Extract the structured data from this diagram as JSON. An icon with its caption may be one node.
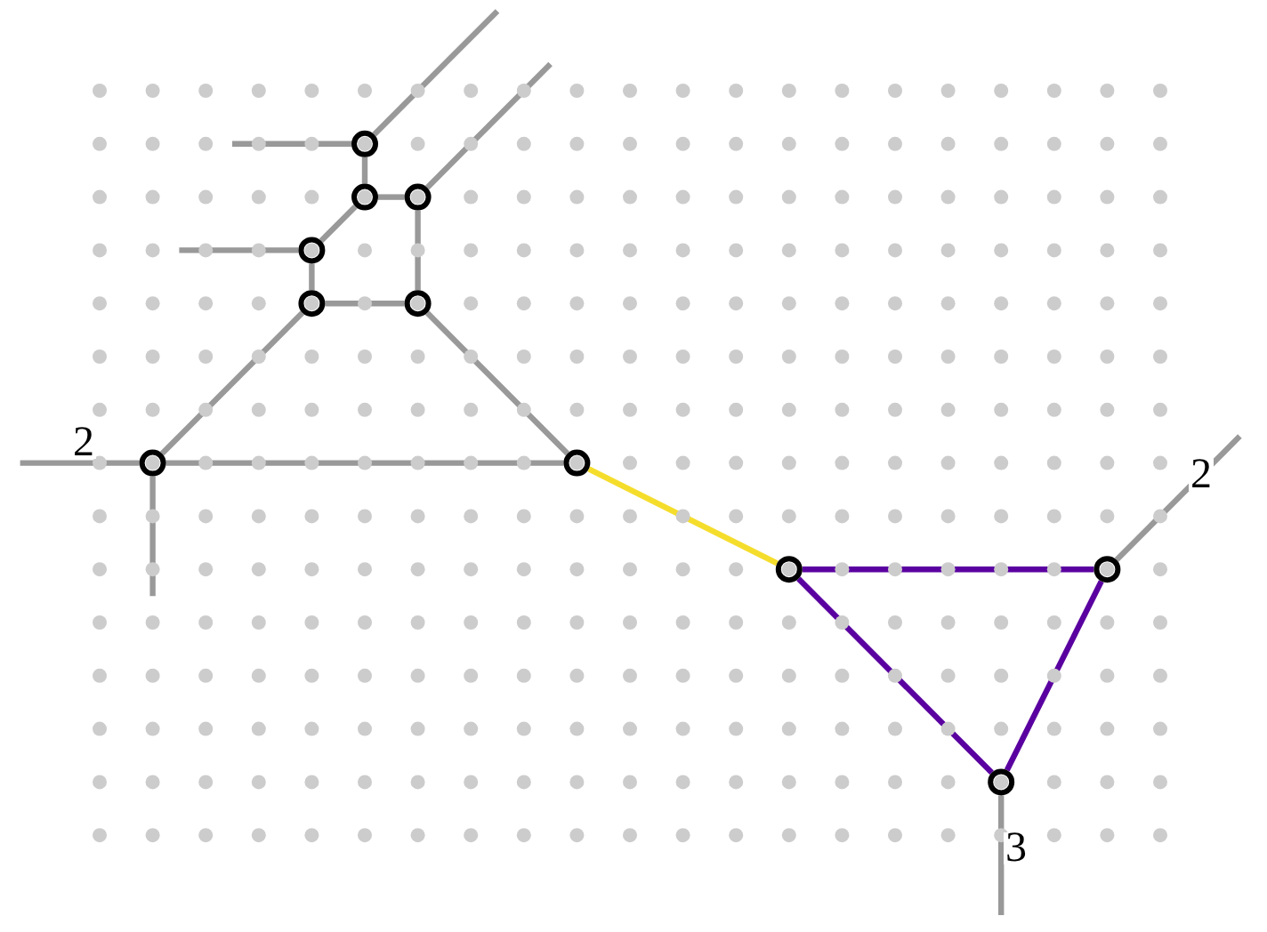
{
  "diagram": {
    "nodes": [
      {
        "text": [],
        "shape": "circle"
      },
      {
        "text": [],
        "shape": "circle"
      },
      {
        "text": [],
        "shape": "circle"
      },
      {
        "text": [],
        "shape": "circle"
      },
      {
        "text": [],
        "shape": "circle"
      },
      {
        "text": [],
        "shape": "circle"
      },
      {
        "text": [],
        "shape": "circle"
      },
      {
        "text": [],
        "shape": "circle"
      },
      {
        "text": [],
        "shape": "circle"
      },
      {
        "text": [],
        "shape": "circle"
      },
      {
        "text": [],
        "shape": "circle"
      }
    ],
    "edges": [
      {
        "from": 0,
        "to": null,
        "arrow": "none"
      },
      {
        "from": 0,
        "to": null,
        "arrow": "none"
      },
      {
        "from": 0,
        "to": 1,
        "arrow": "none"
      },
      {
        "from": 2,
        "to": null,
        "arrow": "none"
      },
      {
        "from": 1,
        "to": 2,
        "arrow": "none"
      },
      {
        "from": 1,
        "to": 3,
        "arrow": "none"
      },
      {
        "from": 3,
        "to": null,
        "arrow": "none"
      },
      {
        "from": 3,
        "to": 4,
        "arrow": "none"
      },
      {
        "from": 2,
        "to": 5,
        "arrow": "none"
      },
      {
        "from": 4,
        "to": 5,
        "arrow": "none"
      },
      {
        "from": 4,
        "to": 6,
        "arrow": "none"
      },
      {
        "from": 5,
        "to": 7,
        "arrow": "none"
      },
      {
        "from": 6,
        "to": null,
        "arrow": "none",
        "label": "2"
      },
      {
        "from": 6,
        "to": 7,
        "arrow": "none"
      },
      {
        "from": 6,
        "to": null,
        "arrow": "none"
      },
      {
        "from": 7,
        "to": 8,
        "arrow": "none",
        "color": "#f5dd2c"
      },
      {
        "from": 8,
        "to": 9,
        "arrow": "none",
        "color": "#5a00a0"
      },
      {
        "from": 8,
        "to": 10,
        "arrow": "none",
        "color": "#5a00a0"
      },
      {
        "from": 9,
        "to": 10,
        "arrow": "none",
        "color": "#5a00a0"
      },
      {
        "from": 9,
        "to": null,
        "arrow": "none",
        "label": "2"
      },
      {
        "from": 10,
        "to": null,
        "arrow": "none",
        "label": "3"
      }
    ]
  }
}
